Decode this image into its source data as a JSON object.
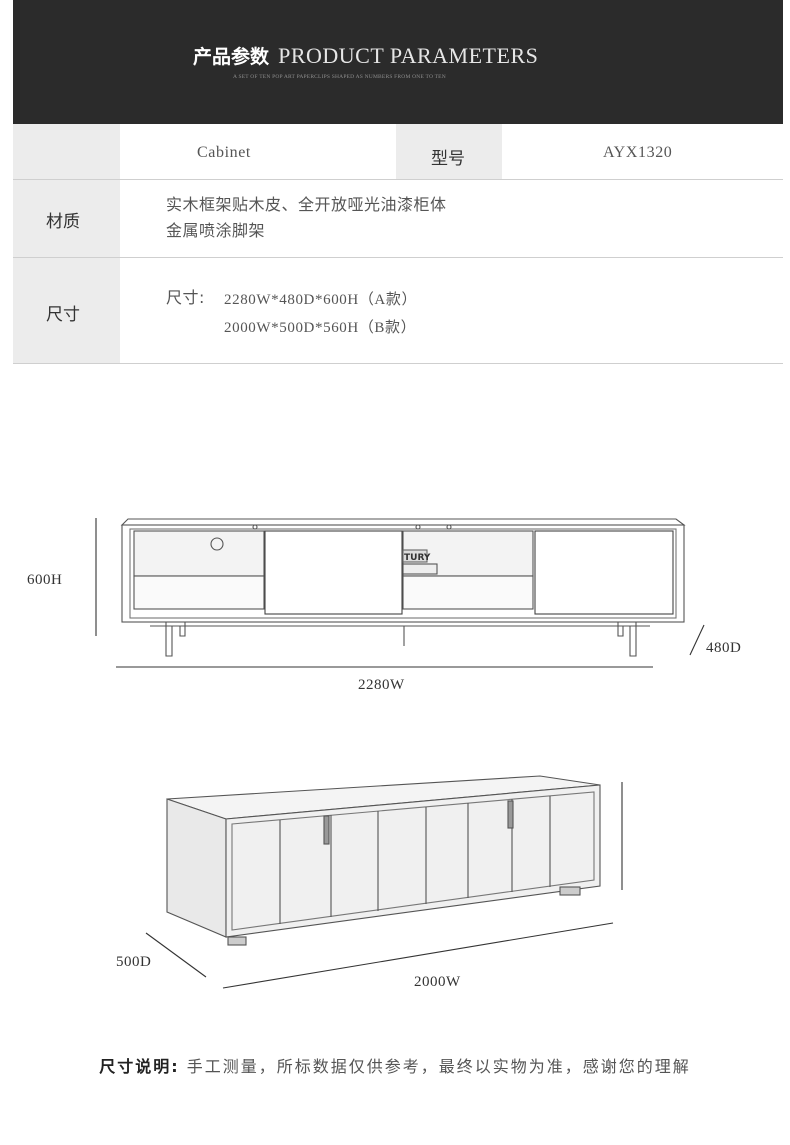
{
  "header": {
    "title_cn": "产品参数",
    "title_en": "PRODUCT PARAMETERS",
    "subtitle": "A SET OF TEN POP ART PAPERCLIPS SHAPED AS NUMBERS FROM ONE TO TEN"
  },
  "params": {
    "name_value": "Cabinet",
    "model_label": "型号",
    "model_value": "AYX1320",
    "material_label": "材质",
    "material_lines": [
      "实木框架贴木皮、全开放哑光油漆柜体",
      "金属喷涂脚架"
    ],
    "size_label": "尺寸",
    "size_prefix": "尺寸:",
    "size_lines": [
      "2280W*480D*600H（A款）",
      "2000W*500D*560H（B款）"
    ]
  },
  "drawing_a": {
    "height_label": "600H",
    "width_label": "2280W",
    "depth_label": "480D",
    "shelf_sign_text": "TURY"
  },
  "drawing_b": {
    "depth_label": "500D",
    "width_label": "2000W"
  },
  "footer": {
    "label": "尺寸说明:",
    "text": "手工测量，所标数据仅供参考，最终以实物为准，感谢您的理解"
  }
}
